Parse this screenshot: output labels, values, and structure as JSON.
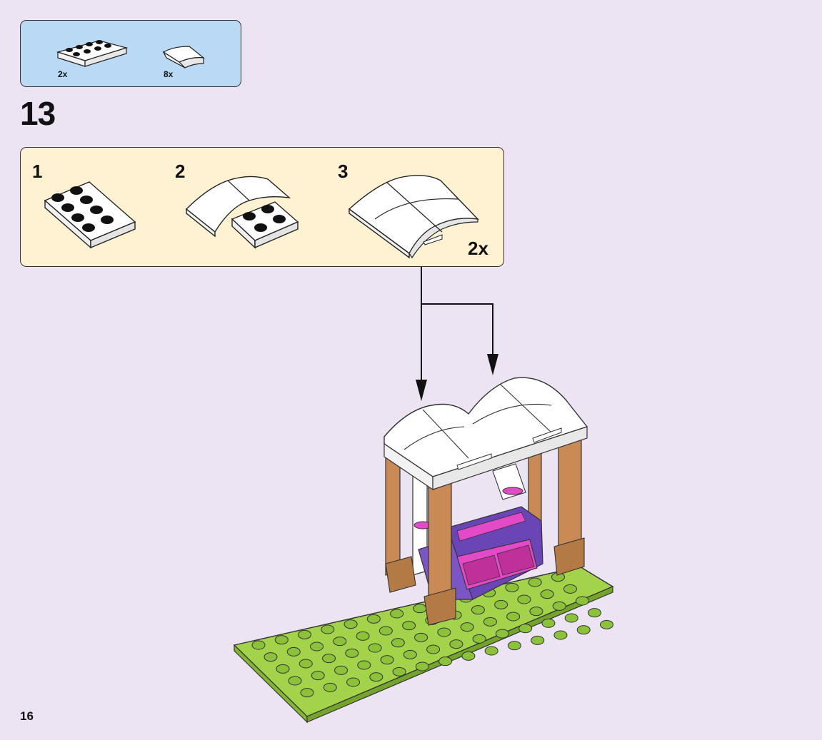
{
  "parts_list": {
    "items": [
      {
        "part": "2x4 white plate",
        "quantity": "2x"
      },
      {
        "part": "white curved slope",
        "quantity": "8x"
      }
    ]
  },
  "step": {
    "number": "13"
  },
  "sub_assembly": {
    "steps": [
      {
        "number": "1"
      },
      {
        "number": "2"
      },
      {
        "number": "3"
      }
    ],
    "multiplier": "2x"
  },
  "page": {
    "number": "16"
  },
  "colors": {
    "background": "#ece3f3",
    "parts_box": "#b9d9f5",
    "sub_box": "#fff2d3",
    "baseplate_green": "#9bcf45",
    "pillar_brown": "#c98a55",
    "bench_purple": "#6a45b5",
    "accent_pink": "#e24ac8"
  }
}
